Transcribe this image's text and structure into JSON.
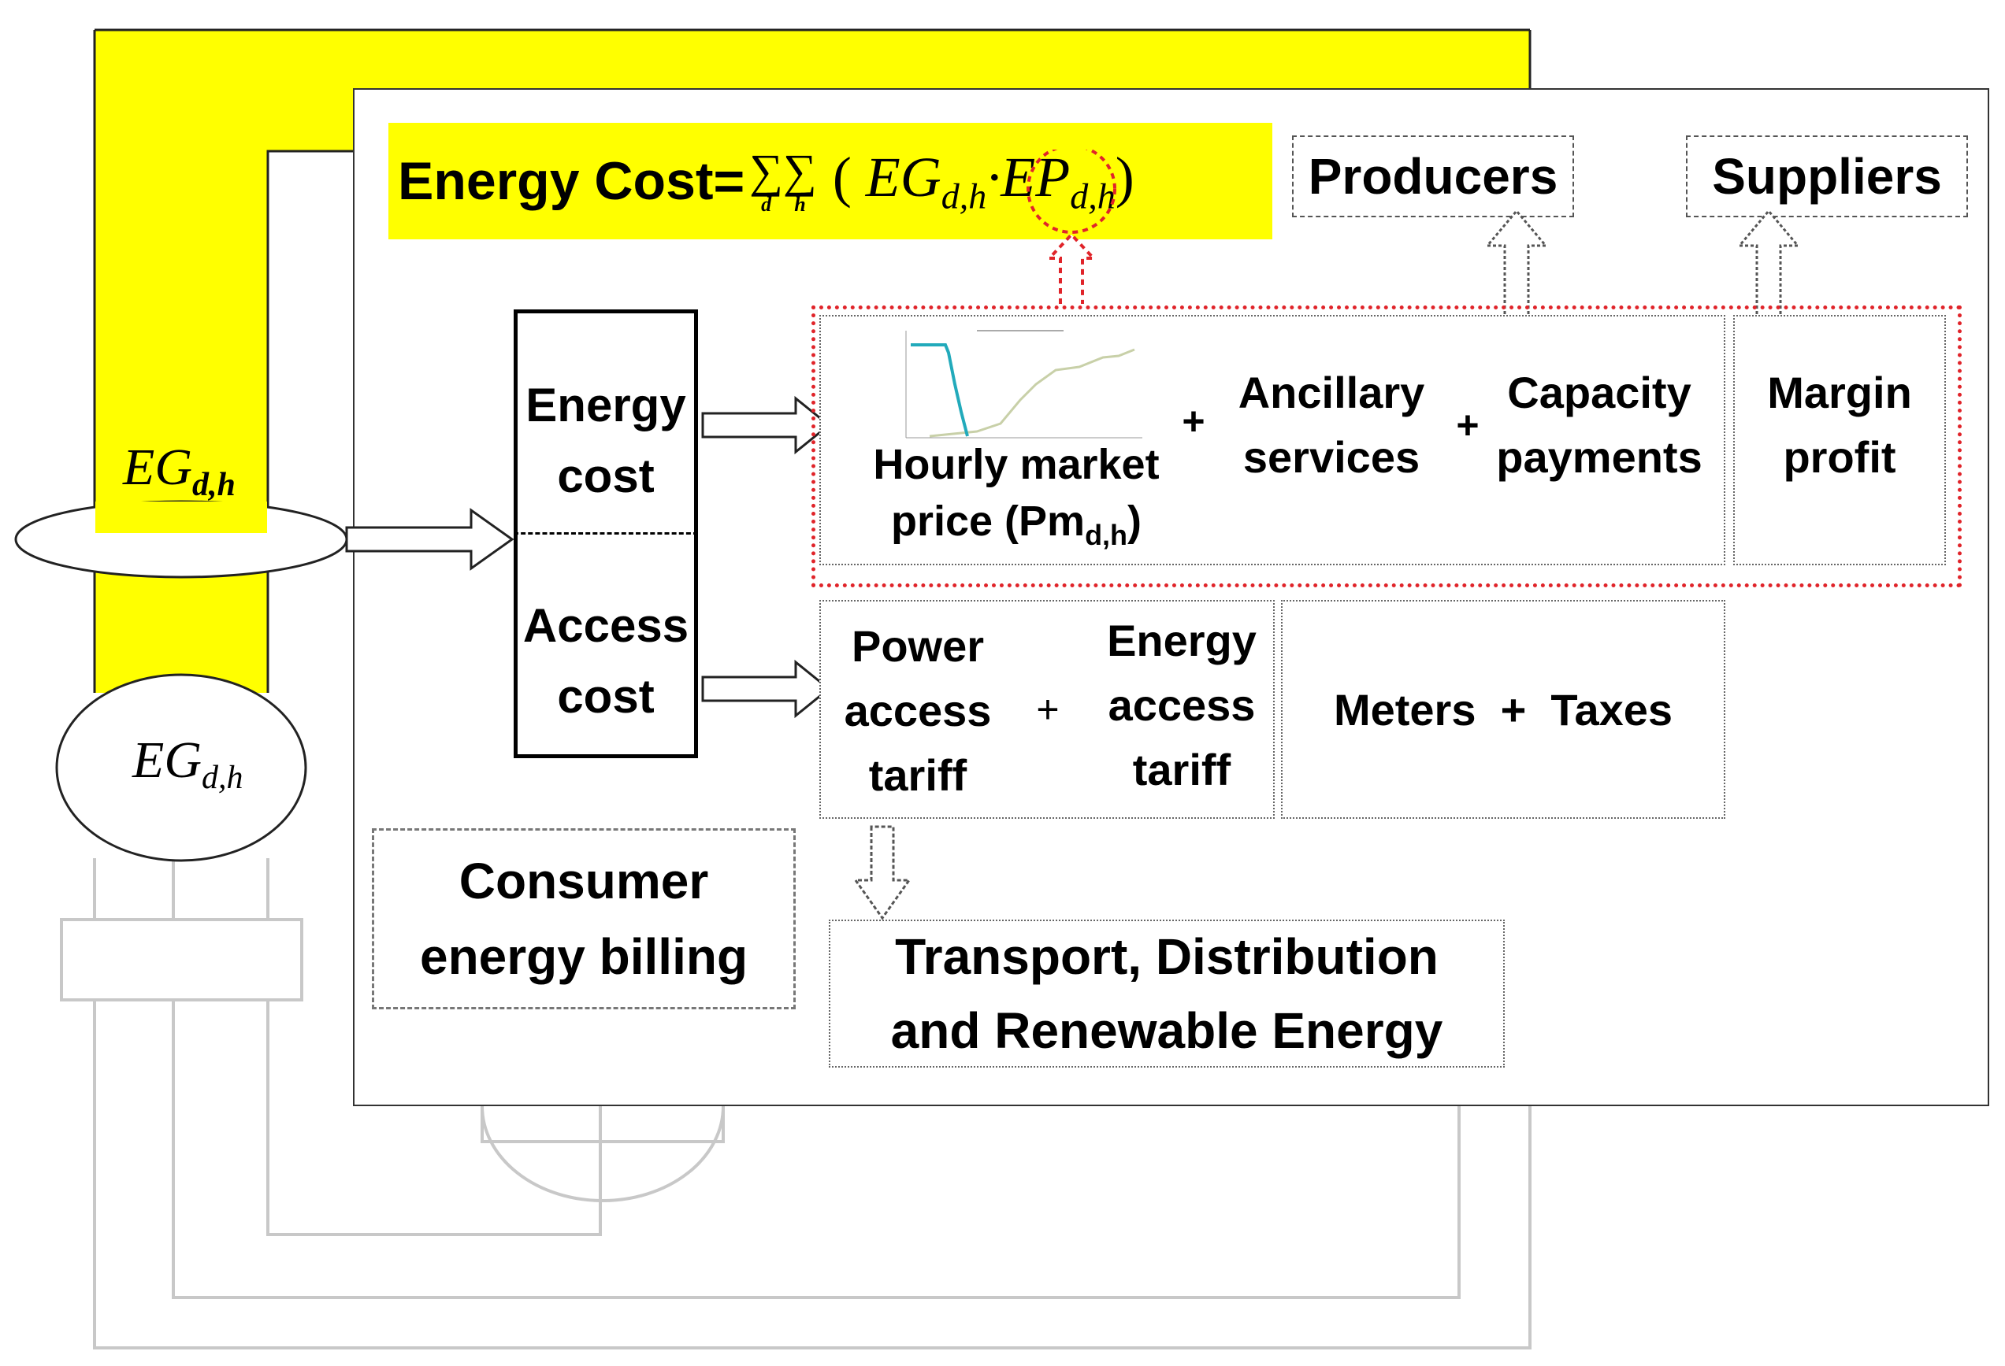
{
  "formula": {
    "label": "Energy Cost=",
    "sum_d": "d",
    "sum_h": "h",
    "sum_symbol": "∑",
    "open_paren": "(",
    "eg": "EG",
    "eg_sub": "d,h",
    "dot": "·",
    "ep": "EP",
    "ep_sub": "d,h",
    "close_paren": ")"
  },
  "eg_band_label": {
    "main": "EG",
    "sub": "d,h"
  },
  "eg_circle_label": {
    "main": "EG",
    "sub": "d,h"
  },
  "cost_box": {
    "energy_line1": "Energy",
    "energy_line2": "cost",
    "access_line1": "Access",
    "access_line2": "cost"
  },
  "headers": {
    "producers": "Producers",
    "suppliers": "Suppliers"
  },
  "energy_components": {
    "hourly_line1": "Hourly market",
    "hourly_line2_prefix": "price (Pm",
    "hourly_line2_sub": "d,h",
    "hourly_line2_suffix": ")",
    "plus1": "+",
    "ancillary_line1": "Ancillary",
    "ancillary_line2": "services",
    "plus2": "+",
    "capacity_line1": "Capacity",
    "capacity_line2": "payments",
    "margin_line1": "Margin",
    "margin_line2": "profit"
  },
  "access_components": {
    "power_line1": "Power",
    "power_line2": "access",
    "power_line3": "tariff",
    "plus": "+",
    "energy_line1": "Energy",
    "energy_line2": "access",
    "energy_line3": "tariff",
    "meters_taxes": "Meters  +  Taxes"
  },
  "billing": {
    "line1": "Consumer",
    "line2": "energy billing"
  },
  "transport": {
    "line1": "Transport, Distribution",
    "line2": "and Renewable Energy"
  },
  "colors": {
    "highlight": "#ffff00",
    "red_dotted": "#e0242a",
    "curve_supply": "#c8d0a8",
    "curve_demand": "#22aabb"
  }
}
